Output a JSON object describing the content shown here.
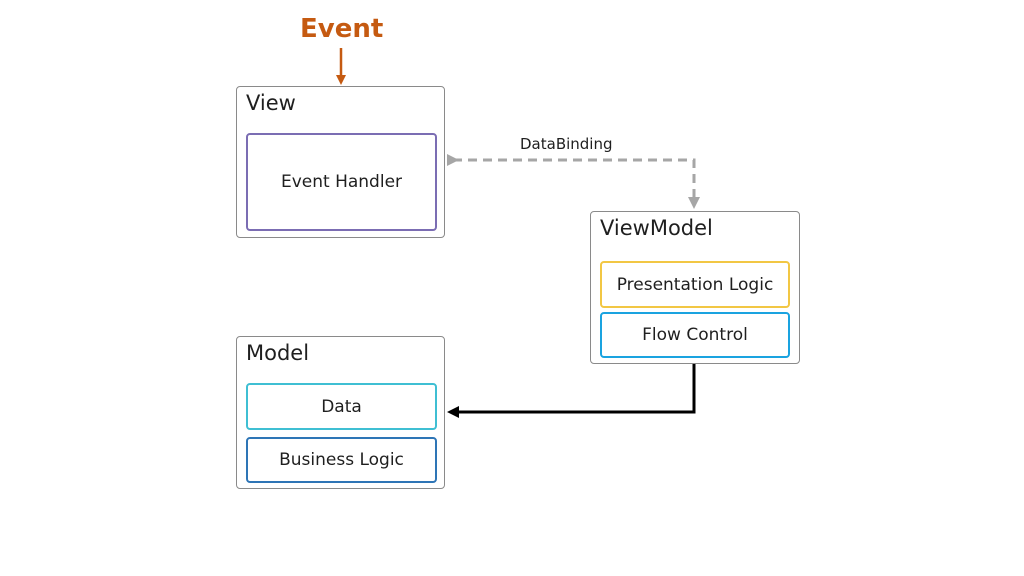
{
  "event": {
    "label": "Event",
    "color": "#c55a11"
  },
  "view": {
    "title": "View",
    "components": [
      {
        "label": "Event Handler",
        "border_color": "#7b6db3"
      }
    ]
  },
  "viewmodel": {
    "title": "ViewModel",
    "components": [
      {
        "label": "Presentation Logic",
        "border_color": "#f2c744"
      },
      {
        "label": "Flow Control",
        "border_color": "#1aa3e0"
      }
    ]
  },
  "model": {
    "title": "Model",
    "components": [
      {
        "label": "Data",
        "border_color": "#3fbfd3"
      },
      {
        "label": "Business Logic",
        "border_color": "#2e75b6"
      }
    ]
  },
  "edges": {
    "binding_label": "DataBinding",
    "binding_color": "#a6a6a6",
    "update_color": "#000000"
  }
}
